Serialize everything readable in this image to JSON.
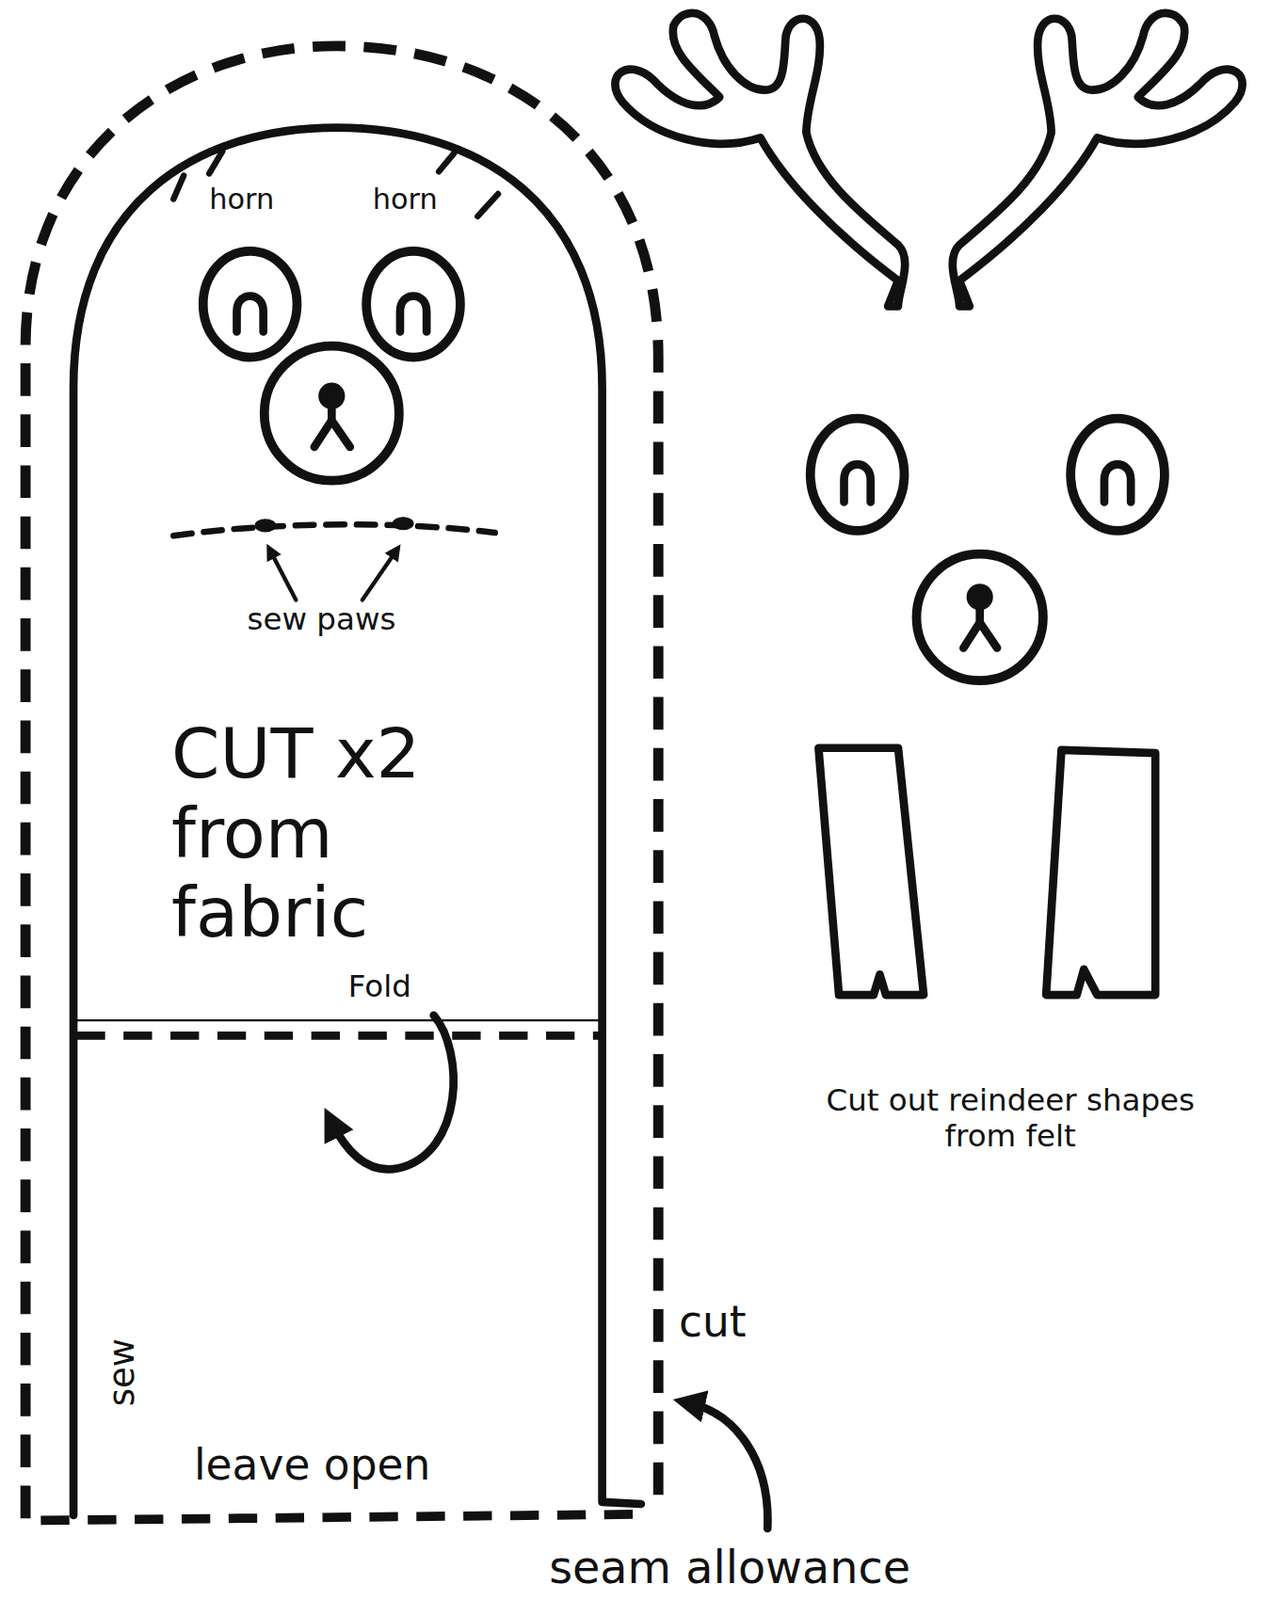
{
  "diagram": {
    "labels": [
      "horn",
      "horn",
      "sew paws",
      "CUT x2 from fabric",
      "Fold",
      "sew",
      "leave open",
      "cut",
      "seam allowance",
      "Cut out reindeer shapes from felt"
    ]
  }
}
